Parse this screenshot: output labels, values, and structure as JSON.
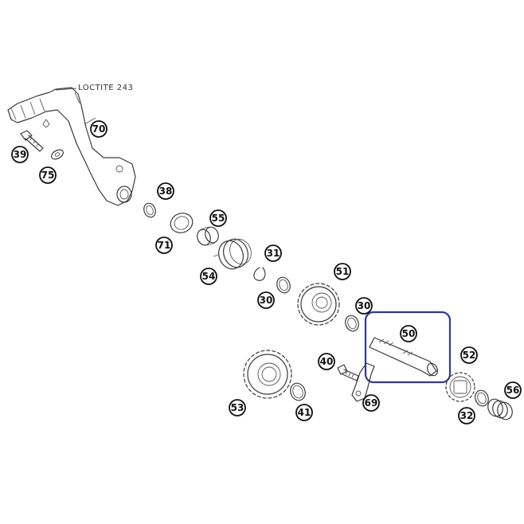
{
  "diagram": {
    "note": "LOCTITE 243",
    "highlight_color": "#2e3a9a",
    "parts": [
      {
        "id": "p39",
        "number": "39"
      },
      {
        "id": "p75",
        "number": "75"
      },
      {
        "id": "p70",
        "number": "70"
      },
      {
        "id": "p38",
        "number": "38"
      },
      {
        "id": "p71",
        "number": "71"
      },
      {
        "id": "p55",
        "number": "55"
      },
      {
        "id": "p54",
        "number": "54"
      },
      {
        "id": "p31",
        "number": "31"
      },
      {
        "id": "p30a",
        "number": "30"
      },
      {
        "id": "p51",
        "number": "51"
      },
      {
        "id": "p30b",
        "number": "30"
      },
      {
        "id": "p50",
        "number": "50"
      },
      {
        "id": "p52",
        "number": "52"
      },
      {
        "id": "p40",
        "number": "40"
      },
      {
        "id": "p53",
        "number": "53"
      },
      {
        "id": "p41",
        "number": "41"
      },
      {
        "id": "p69",
        "number": "69"
      },
      {
        "id": "p32",
        "number": "32"
      },
      {
        "id": "p56",
        "number": "56"
      }
    ]
  }
}
